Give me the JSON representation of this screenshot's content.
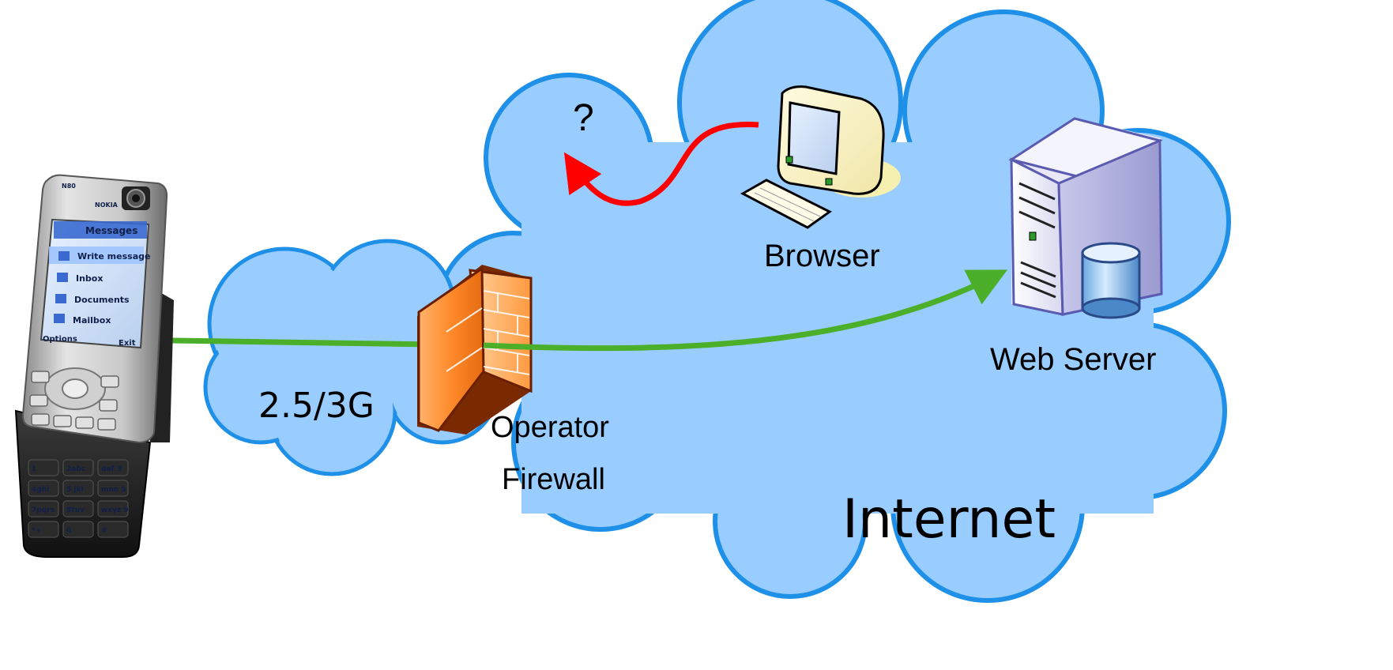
{
  "labels": {
    "question": "?",
    "browser": "Browser",
    "web_server": "Web Server",
    "network": "2.5/3G",
    "firewall_line1": "Operator",
    "firewall_line2": "Firewall",
    "internet": "Internet"
  },
  "phone": {
    "model": "N80",
    "brand": "NOKIA",
    "screen_title": "Messages",
    "menu_items": [
      "Write message",
      "Inbox",
      "Documents",
      "Mailbox"
    ],
    "softkey_left": "Options",
    "softkey_right": "Exit",
    "keypad": [
      [
        "1",
        "2abc",
        "def 3"
      ],
      [
        "4ghi",
        "5 jkl",
        "mno 5"
      ],
      [
        "7pqrs",
        "8tuv",
        "wxyz 9"
      ],
      [
        "*+",
        "0",
        "#"
      ]
    ]
  },
  "colors": {
    "cloud_fill": "#99ccff",
    "cloud_stroke": "#1e90e8",
    "link_green": "#4caf2a",
    "blocked_red": "#ff0000",
    "firewall_orange": "#ff8a2a"
  }
}
